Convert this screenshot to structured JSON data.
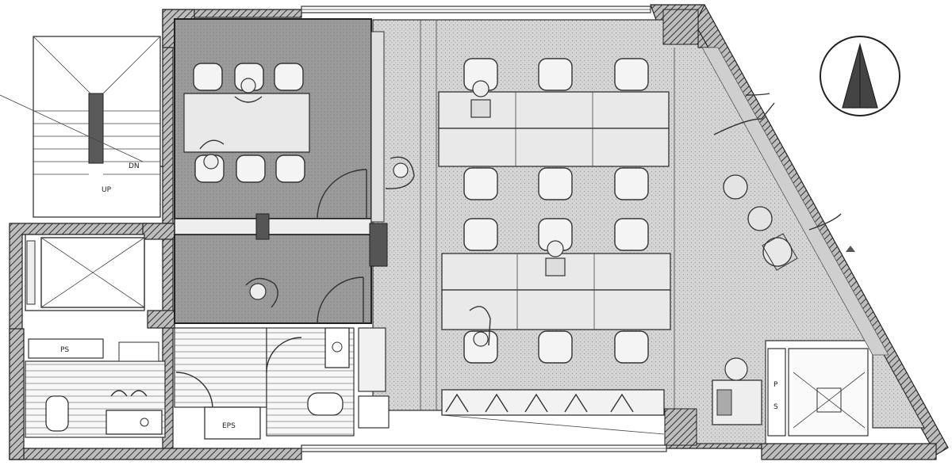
{
  "plan": {
    "labels": {
      "ps": "PS",
      "dn": "DN",
      "up": "UP",
      "eps": "EPS",
      "ps_vertical_p": "P",
      "ps_vertical_s": "S"
    },
    "colors": {
      "meeting_room_fill": "#9a9a9a",
      "office_floor_fill": "#d2d2d2",
      "wall_fill": "#4a4a4a",
      "outline": "#333333"
    },
    "icons": {
      "north": "north-arrow-icon"
    }
  }
}
